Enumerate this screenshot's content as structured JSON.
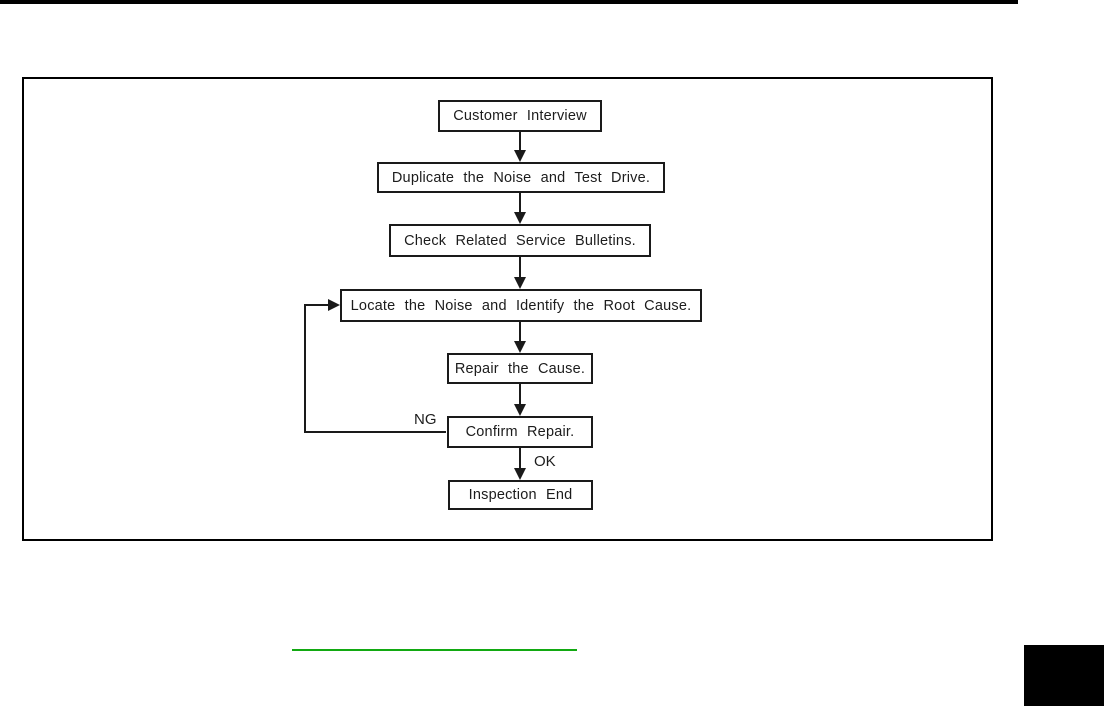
{
  "document": {
    "flowchart": {
      "nodes": [
        {
          "id": "customer-interview",
          "label": "Customer Interview"
        },
        {
          "id": "duplicate-noise",
          "label": "Duplicate the Noise and Test Drive."
        },
        {
          "id": "check-bulletins",
          "label": "Check Related Service Bulletins."
        },
        {
          "id": "locate-noise",
          "label": "Locate the Noise and Identify the Root Cause."
        },
        {
          "id": "repair-cause",
          "label": "Repair the Cause."
        },
        {
          "id": "confirm-repair",
          "label": "Confirm Repair."
        },
        {
          "id": "inspection-end",
          "label": "Inspection End"
        }
      ],
      "edge_labels": {
        "ng": "NG",
        "ok": "OK"
      }
    },
    "colors": {
      "line_color": "#1a1a1a",
      "link_green": "#12a912",
      "top_bar": "#000000",
      "corner_block": "#000000"
    }
  }
}
